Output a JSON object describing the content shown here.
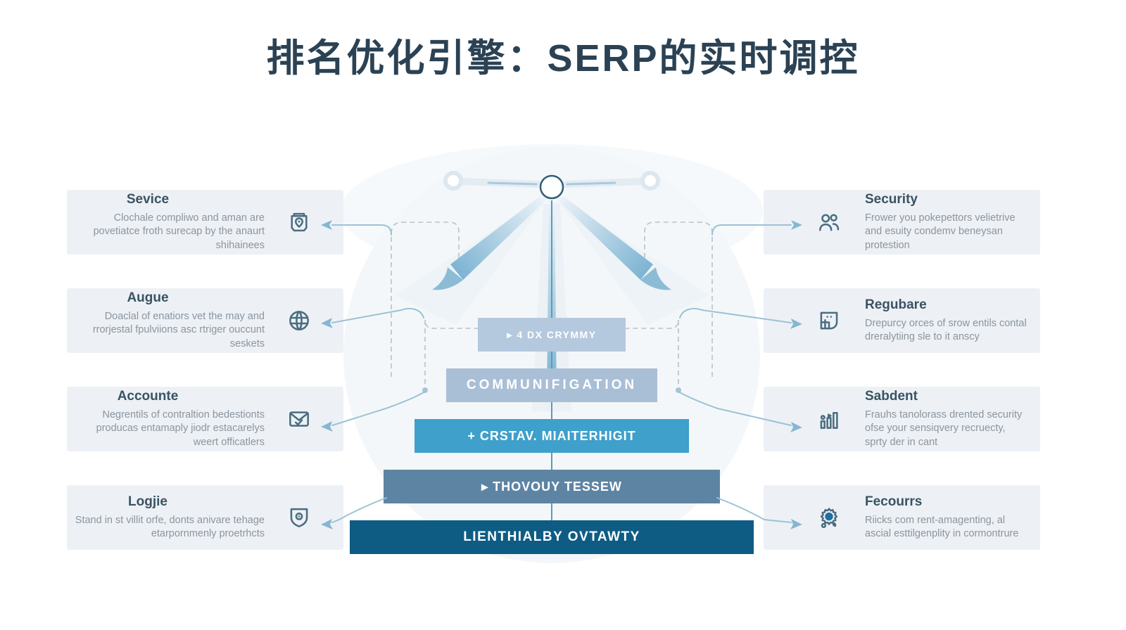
{
  "page": {
    "title": "排名优化引擎：SERP的实时调控"
  },
  "left_boxes": [
    {
      "title": "Sevice",
      "body": "Clochale compliwo and aman are povetiatce froth surecap by the anaurt shihainees",
      "icon": "badge-pin-icon"
    },
    {
      "title": "Augue",
      "body": "Doaclal of enatiors vet the may and rrorjestal fpulviions asc rtriger ouccunt seskets",
      "icon": "globe-icon"
    },
    {
      "title": "Accounte",
      "body": "Negrentils of contraltion bedestionts producas entamaply jiodr estacarelys weert officatlers",
      "icon": "mail-check-icon"
    },
    {
      "title": "Logjie",
      "body": "Stand in st villit orfe, donts anivare tehage etarpornmenly proetrhcts",
      "icon": "shield-dot-icon"
    }
  ],
  "right_boxes": [
    {
      "title": "Security",
      "body": "Frower you pokepettors velietrive and esuity condemv beneysan protestion",
      "icon": "users-icon"
    },
    {
      "title": "Regubare",
      "body": "Drepurcy orces of srow entils contal dreralytiing sle to it anscy",
      "icon": "document-dots-icon"
    },
    {
      "title": "Sabdent",
      "body": "Frauhs tanolorass drented security ofse your sensiqvery recruecty, sprty der in cant",
      "icon": "bar-chart-icon"
    },
    {
      "title": "Fecourrs",
      "body": "Riicks com rent-amagenting, al ascial esttilgenplity in cormontrure",
      "icon": "gear-icon"
    }
  ],
  "funnel": {
    "bars": [
      {
        "label": "▸ 4 DX CRYMMY",
        "color": "#b5c9de"
      },
      {
        "label": "COMMUNIFIGATION",
        "color": "#a9bfd6"
      },
      {
        "label": "+ CRSTAV. MIAITERHIGIT",
        "color": "#3ea0cb"
      },
      {
        "label": "▸ THOVOUY TESSEW",
        "color": "#5e84a3"
      },
      {
        "label": "LIENTHIALBY OVTAWTY",
        "color": "#0e5c84"
      }
    ]
  },
  "colors": {
    "title_text": "#2b4254",
    "card_background": "#edf1f6",
    "card_title": "#3a5362",
    "card_body": "#8b949e",
    "icon_stroke": "#4a6d80",
    "connector": "#9cc2d6",
    "hub_ring": "#2f6073",
    "ray_blue": "#7eb4d3"
  }
}
